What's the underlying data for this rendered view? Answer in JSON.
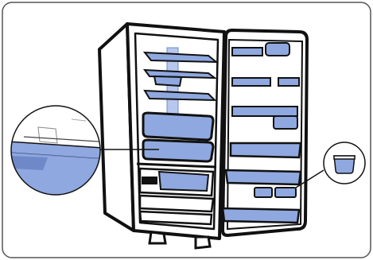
{
  "illustration": {
    "subject": "refrigerator-open-doors",
    "colors": {
      "outline": "#111111",
      "fill_blue": "#8fa8df",
      "fill_blue_light": "#b7c7ee",
      "fill_blue_dark": "#6f88c8",
      "background": "#ffffff",
      "frame": "#555555"
    },
    "callouts": [
      {
        "name": "crisper-detail",
        "shape": "circle"
      },
      {
        "name": "container-detail",
        "shape": "circle"
      }
    ]
  }
}
